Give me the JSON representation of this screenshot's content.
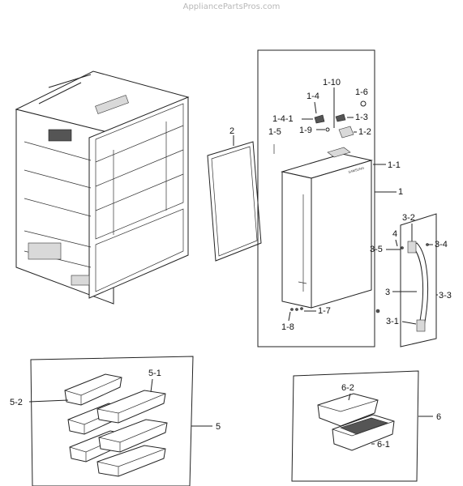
{
  "watermark": "AppliancePartsPros.com",
  "labels": {
    "door_gasket": "2",
    "door_assembly": "1",
    "part_1_1": "1-1",
    "part_1_2": "1-2",
    "part_1_3": "1-3",
    "part_1_4": "1-4",
    "part_1_4_1": "1-4-1",
    "part_1_5": "1-5",
    "part_1_6": "1-6",
    "part_1_7": "1-7",
    "part_1_8": "1-8",
    "part_1_9": "1-9",
    "part_1_10": "1-10",
    "handle_assembly": "3",
    "part_3_1": "3-1",
    "part_3_2": "3-2",
    "part_3_3": "3-3",
    "part_3_4": "3-4",
    "part_3_5": "3-5",
    "part_4": "4",
    "bins_group": "5",
    "part_5_1": "5-1",
    "part_5_2": "5-2",
    "guard_group": "6",
    "part_6_1": "6-1",
    "part_6_2": "6-2"
  },
  "door_logo": "SAMSUNG"
}
